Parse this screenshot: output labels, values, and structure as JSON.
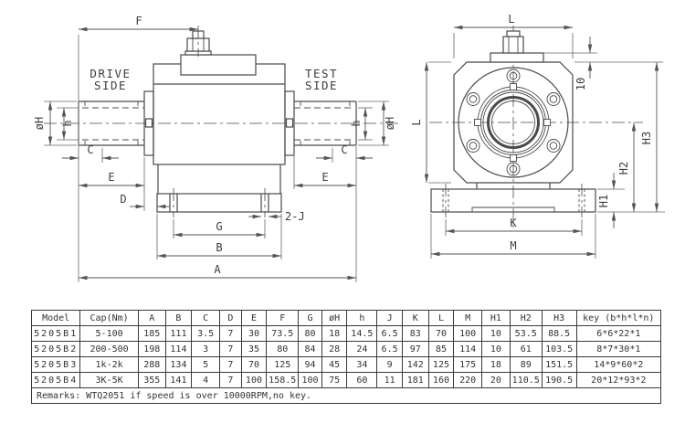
{
  "left_view": {
    "labels": {
      "dim_f": "F",
      "drive_side_line1": "DRIVE",
      "drive_side_line2": "SIDE",
      "test_side_line1": "TEST",
      "test_side_line2": "SIDE",
      "dim_phi_h": "øH",
      "dim_h": "h",
      "dim_c": "C",
      "dim_e": "E",
      "dim_d": "D",
      "dim_2j": "2-J",
      "dim_g": "G",
      "dim_b": "B",
      "dim_a": "A"
    }
  },
  "right_view": {
    "labels": {
      "dim_l": "L",
      "dim_10": "10",
      "dim_h1": "H1",
      "dim_h2": "H2",
      "dim_h3": "H3",
      "dim_k": "K",
      "dim_m": "M"
    }
  },
  "table": {
    "headers": [
      "Model",
      "Cap(Nm)",
      "A",
      "B",
      "C",
      "D",
      "E",
      "F",
      "G",
      "øH",
      "h",
      "J",
      "K",
      "L",
      "M",
      "H1",
      "H2",
      "H3",
      "key (b*h*l*n)"
    ],
    "rows": [
      [
        "5205B1",
        "5-100",
        "185",
        "111",
        "3.5",
        "7",
        "30",
        "73.5",
        "80",
        "18",
        "14.5",
        "6.5",
        "83",
        "70",
        "100",
        "10",
        "53.5",
        "88.5",
        "6*6*22*1"
      ],
      [
        "5205B2",
        "200-500",
        "198",
        "114",
        "3",
        "7",
        "35",
        "80",
        "84",
        "28",
        "24",
        "6.5",
        "97",
        "85",
        "114",
        "10",
        "61",
        "103.5",
        "8*7*30*1"
      ],
      [
        "5205B3",
        "1k-2k",
        "288",
        "134",
        "5",
        "7",
        "70",
        "125",
        "94",
        "45",
        "34",
        "9",
        "142",
        "125",
        "175",
        "18",
        "89",
        "151.5",
        "14*9*60*2"
      ],
      [
        "5205B4",
        "3K-5K",
        "355",
        "141",
        "4",
        "7",
        "100",
        "158.5",
        "100",
        "75",
        "60",
        "11",
        "181",
        "160",
        "220",
        "20",
        "110.5",
        "190.5",
        "20*12*93*2"
      ]
    ],
    "remarks": "Remarks: WTQ2051 if speed is over 10000RPM,no key."
  },
  "colors": {
    "line": "#4a4a4a",
    "dimension": "#555555",
    "text": "#3d3d3d",
    "table_border": "#3a3a3a",
    "background": "#ffffff"
  }
}
